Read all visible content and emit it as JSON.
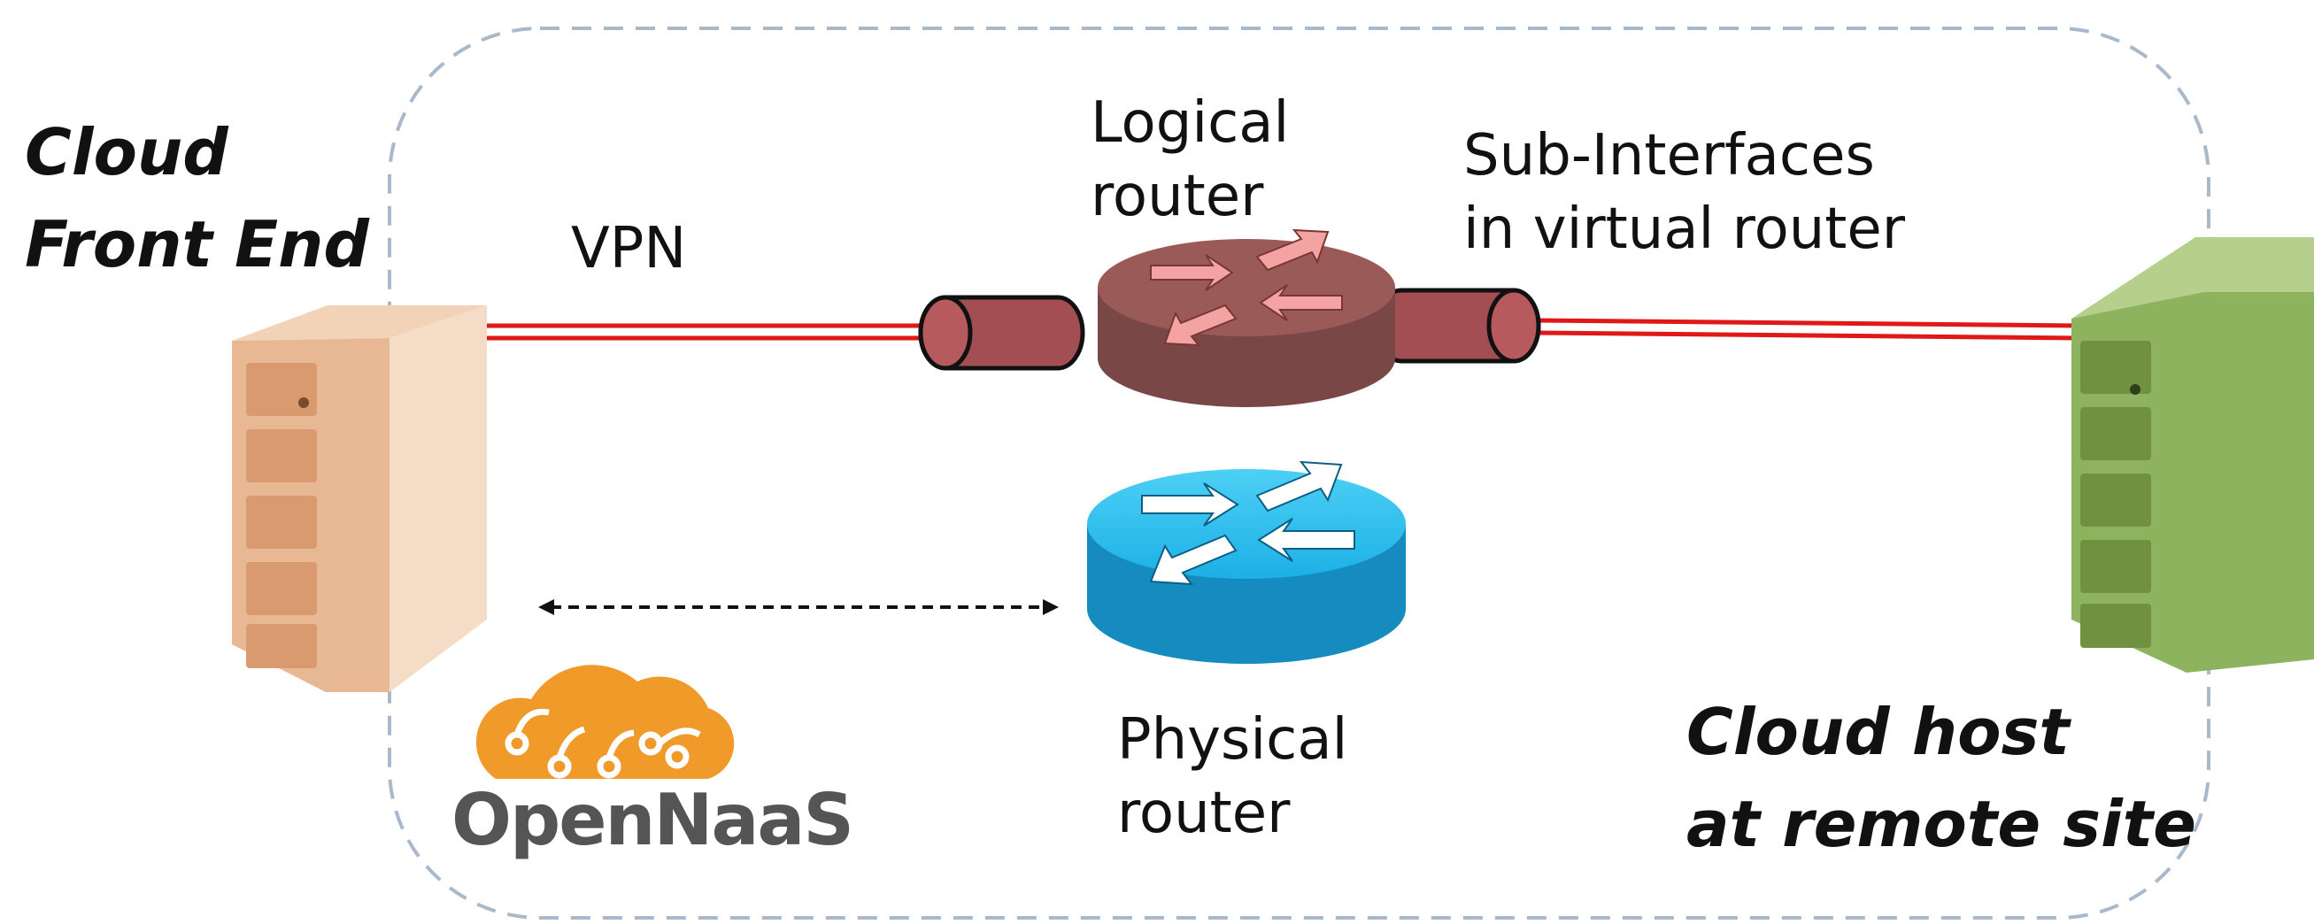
{
  "labels": {
    "front_end_line1": "Cloud",
    "front_end_line2": "Front End",
    "vpn": "VPN",
    "logical_router_line1": "Logical",
    "logical_router_line2": "router",
    "sub_interfaces_line1": "Sub-Interfaces",
    "sub_interfaces_line2": "in virtual router",
    "physical_router_line1": "Physical",
    "physical_router_line2": "router",
    "remote_host_line1": "Cloud host",
    "remote_host_line2": "at remote site"
  },
  "logo": {
    "text": "OpenNaaS"
  },
  "colors": {
    "boundary": "#a9b9cc",
    "vpn_line": "#e01818",
    "tunnel": "#a34e52",
    "logical_router": "#9a5a58",
    "physical_router": "#1fa6d6",
    "front_end_server": "#e8b894",
    "remote_server": "#8db35f",
    "logo_cloud": "#f09a2a"
  }
}
